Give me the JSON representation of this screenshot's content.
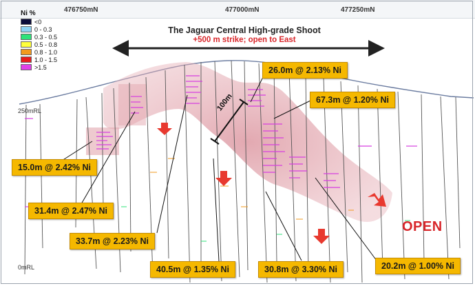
{
  "header": {
    "grid_labels": [
      "476750mN",
      "477000mN",
      "477250mN"
    ]
  },
  "axis": {
    "levels": [
      "250mRL",
      "0mRL"
    ]
  },
  "legend": {
    "title": "Ni %",
    "items": [
      {
        "label": "<0",
        "color": "#0b0b3a"
      },
      {
        "label": "0 - 0.3",
        "color": "#8fd3f4"
      },
      {
        "label": "0.3 - 0.5",
        "color": "#2ee37a"
      },
      {
        "label": "0.5 - 0.8",
        "color": "#ffff3c"
      },
      {
        "label": "0.8 - 1.0",
        "color": "#f29a1e"
      },
      {
        "label": "1.0 - 1.5",
        "color": "#e81c1c"
      },
      {
        "label": ">1.5",
        "color": "#e040e8"
      }
    ]
  },
  "title": "The Jaguar Central High-grade Shoot",
  "subtitle": "+500 m strike; open to East",
  "scale": "100m",
  "open_label": "OPEN",
  "intercepts": [
    "26.0m @ 2.13% Ni",
    "67.3m @ 1.20% Ni",
    "15.0m @ 2.42% Ni",
    "31.4m @ 2.47% Ni",
    "33.7m @ 2.23% Ni",
    "40.5m @ 1.35% Ni",
    "30.8m @ 3.30% Ni",
    "20.2m @ 1.00% Ni"
  ],
  "colors": {
    "accent": "#f5b800",
    "arrow": "#e8392f",
    "shoot": "#d9929b"
  }
}
